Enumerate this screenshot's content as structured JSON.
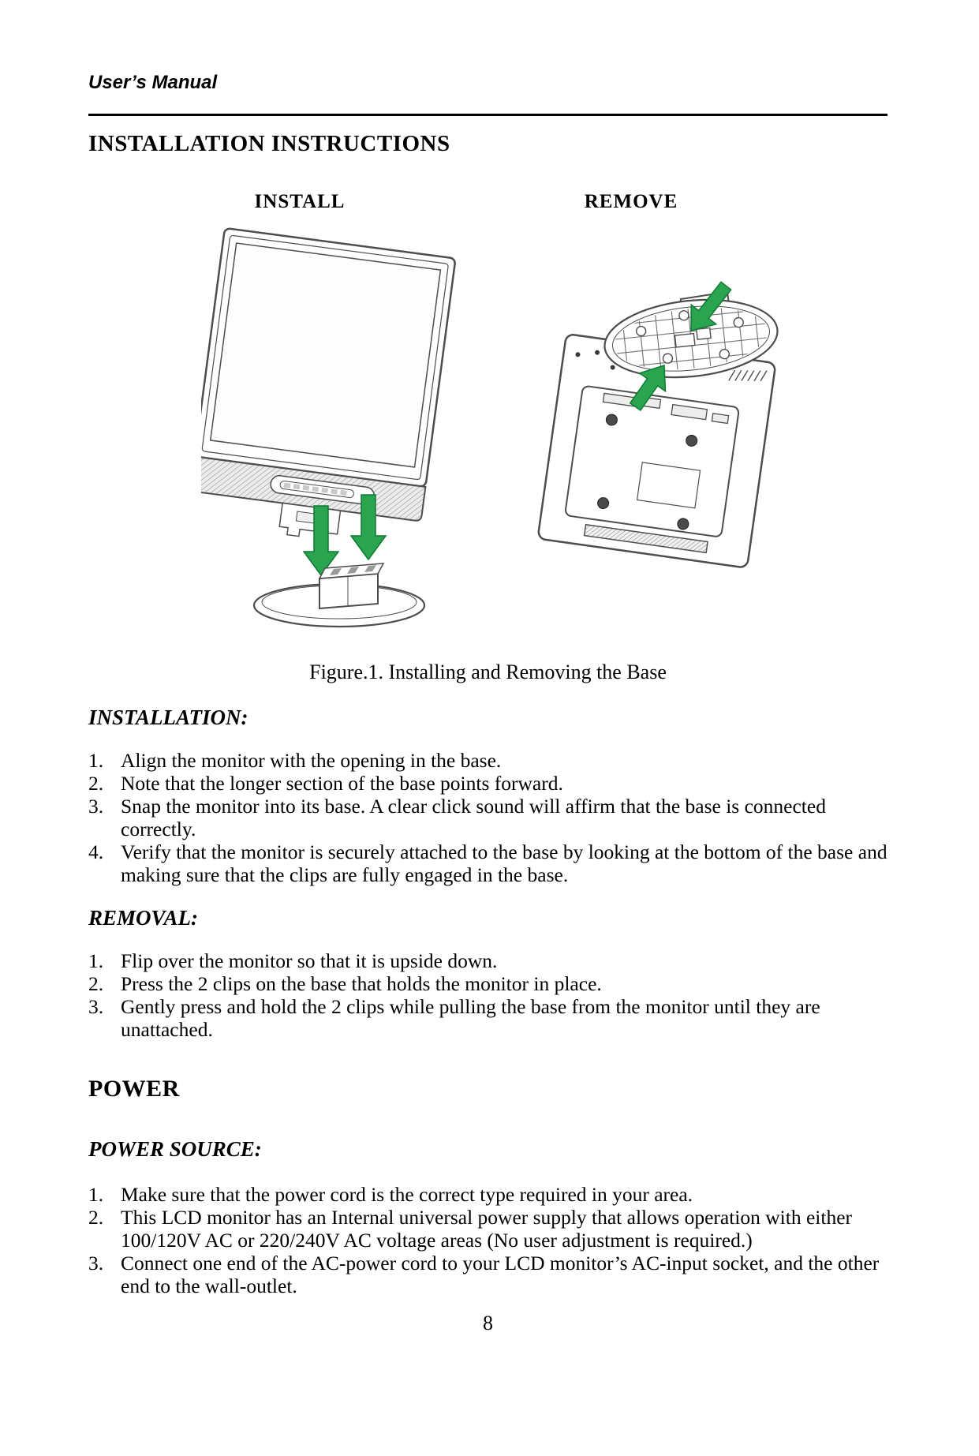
{
  "page": {
    "header": "User’s Manual",
    "title": "INSTALLATION INSTRUCTIONS",
    "page_number": "8"
  },
  "figure": {
    "install_label": "INSTALL",
    "remove_label": "REMOVE",
    "caption": "Figure.1. Installing and Removing the Base",
    "arrow_color": "#2aa44e",
    "line_art_color": "#4d4d4d"
  },
  "sections": {
    "installation": {
      "heading": "INSTALLATION:",
      "items": [
        "Align the monitor with the opening in the base.",
        "Note that the longer section of the base points forward.",
        "Snap the monitor into its base. A clear click sound will affirm that the base is connected\ncorrectly.",
        "Verify that the monitor is securely attached to the base by looking at the bottom of the base and\nmaking sure that the clips are fully engaged in the base."
      ]
    },
    "removal": {
      "heading": "REMOVAL:",
      "items": [
        "Flip over the monitor so that it is upside down.",
        "Press the 2 clips on the base that holds the monitor in place.",
        "Gently press and hold the 2 clips while pulling the base from the monitor until they are\nunattached."
      ]
    },
    "power": {
      "heading": "POWER",
      "power_source": {
        "heading": "POWER SOURCE:",
        "items": [
          "Make sure that the power cord is the correct type required in your area.",
          "This LCD monitor has an Internal universal power supply that allows operation with either\n100/120V AC or 220/240V AC voltage areas (No user adjustment is required.)",
          "Connect one end of the AC-power cord to your LCD monitor’s AC-input socket, and the other\nend to the wall-outlet."
        ]
      }
    }
  }
}
